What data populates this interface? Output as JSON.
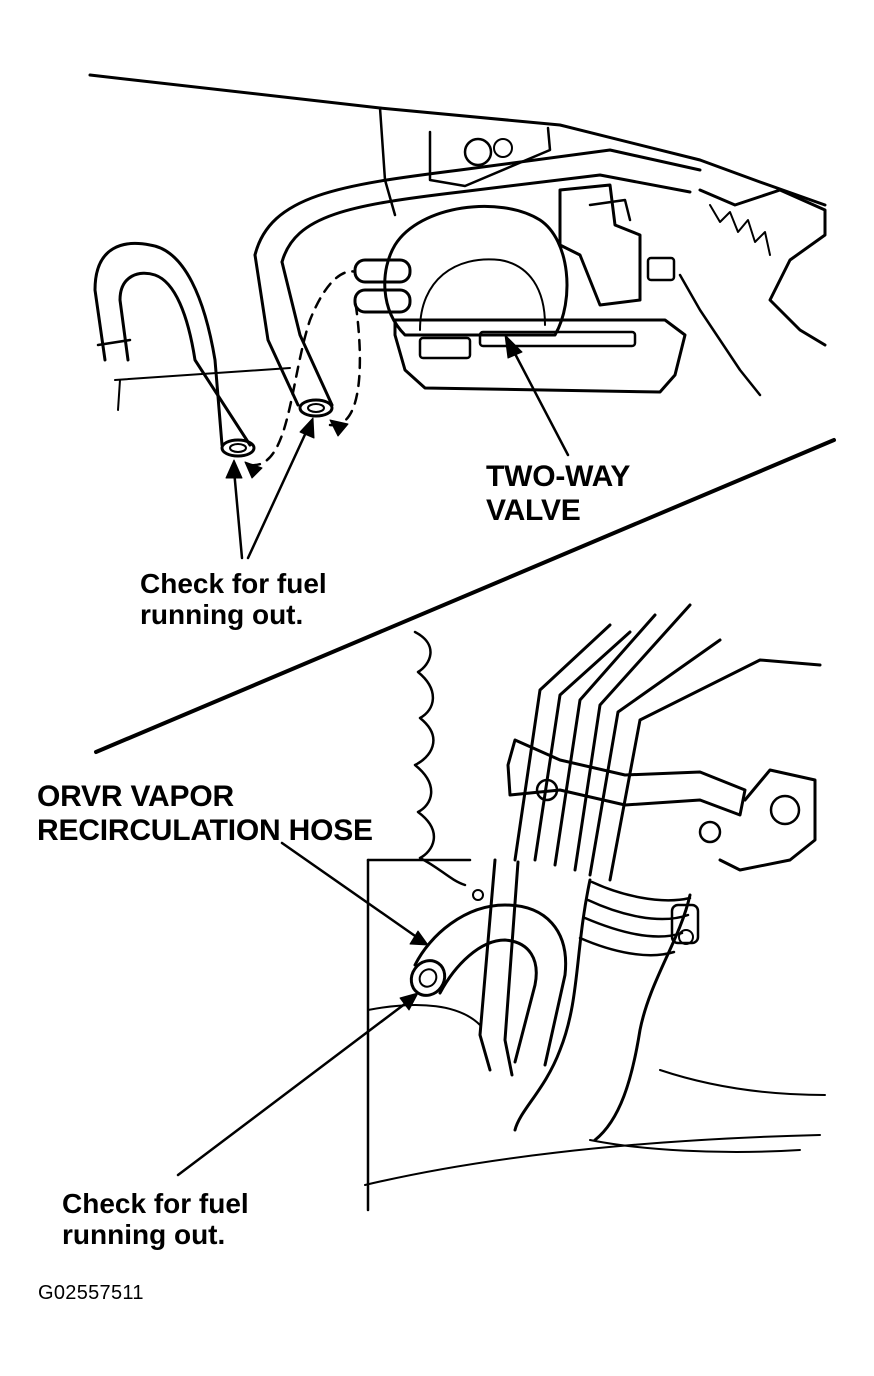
{
  "diagram": {
    "figure_id": "G02557511",
    "top_panel": {
      "valve_label": [
        "TWO-WAY",
        "VALVE"
      ],
      "check_note": [
        "Check for fuel",
        "running out."
      ]
    },
    "bottom_panel": {
      "hose_label": [
        "ORVR VAPOR",
        "RECIRCULATION HOSE"
      ],
      "check_note": [
        "Check for fuel",
        "running out."
      ]
    },
    "colors": {
      "ink": "#000000",
      "paper": "#ffffff"
    }
  }
}
